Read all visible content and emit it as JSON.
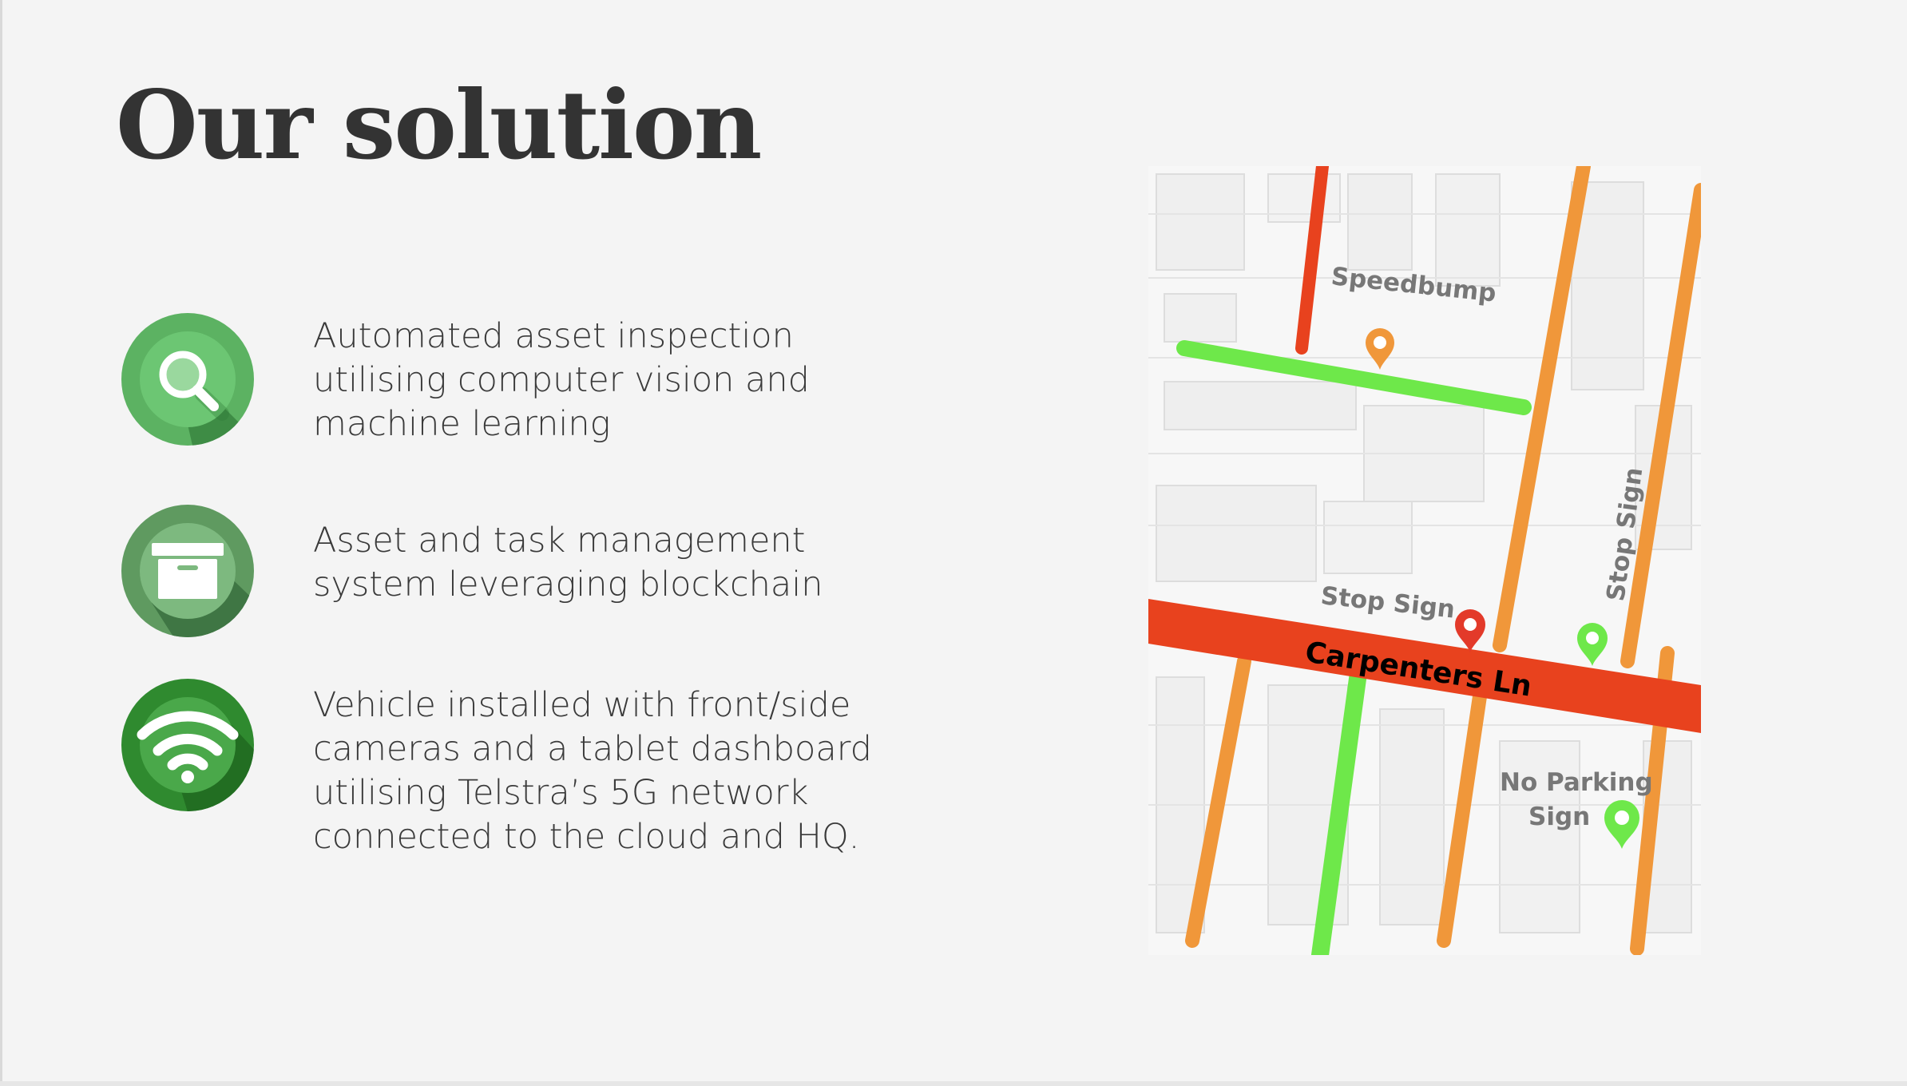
{
  "slide": {
    "title": "Our solution"
  },
  "features": [
    {
      "icon": "search-icon",
      "lines": [
        "Automated asset inspection",
        "utilising computer vision and",
        "machine learning"
      ]
    },
    {
      "icon": "archive-box-icon",
      "lines": [
        "Asset and task management",
        "system leveraging blockchain"
      ]
    },
    {
      "icon": "wifi-icon",
      "lines": [
        "Vehicle installed with front/side",
        "cameras and a tablet dashboard",
        "utilising Telstra’s 5G network",
        "connected to the cloud and HQ."
      ]
    }
  ],
  "map": {
    "labels": {
      "speedbump": "Speedbump",
      "stop_sign_1": "Stop Sign",
      "stop_sign_2": "Stop Sign",
      "street": "Carpenters Ln",
      "no_parking_1": "No Parking",
      "no_parking_2": "Sign"
    },
    "colors": {
      "red": "#e8421e",
      "orange": "#f0973a",
      "green": "#6ee84a"
    }
  }
}
